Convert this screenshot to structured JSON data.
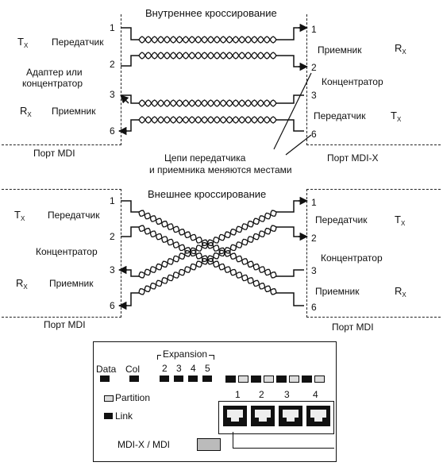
{
  "top": {
    "title": "Внутреннее кроссирование",
    "left": {
      "tx_main": "T",
      "tx_sub": "X",
      "tx_label": "Передатчик",
      "device": "Адаптер или концентратор",
      "device_line1": "Адаптер или",
      "device_line2": "концентратор",
      "rx_main": "R",
      "rx_sub": "X",
      "rx_label": "Приемник",
      "port": "Порт MDI",
      "pins": [
        "1",
        "2",
        "3",
        "6"
      ]
    },
    "right": {
      "rx_label": "Приемник",
      "rx_main": "R",
      "rx_sub": "X",
      "device": "Концентратор",
      "tx_label": "Передатчик",
      "tx_main": "T",
      "tx_sub": "X",
      "port": "Порт MDI-X",
      "pins": [
        "1",
        "2",
        "3",
        "6"
      ]
    },
    "note_line1": "Цепи передатчика",
    "note_line2": "и приемника меняются местами"
  },
  "bottom": {
    "title": "Внешнее кроссирование",
    "left": {
      "tx_main": "T",
      "tx_sub": "X",
      "tx_label": "Передатчик",
      "device": "Концентратор",
      "rx_main": "R",
      "rx_sub": "X",
      "rx_label": "Приемник",
      "port": "Порт MDI",
      "pins": [
        "1",
        "2",
        "3",
        "6"
      ]
    },
    "right": {
      "tx_label": "Передатчик",
      "tx_main": "T",
      "tx_sub": "X",
      "device": "Концентратор",
      "rx_label": "Приемник",
      "rx_main": "R",
      "rx_sub": "X",
      "port": "Порт MDI",
      "pins": [
        "1",
        "2",
        "3",
        "6"
      ]
    }
  },
  "panel": {
    "data_label": "Data",
    "col_label": "Col",
    "expansion_label": "Expansion",
    "expansion_numbers": [
      "2",
      "3",
      "4",
      "5"
    ],
    "partition_label": "Partition",
    "link_label": "Link",
    "port_numbers": [
      "1",
      "2",
      "3",
      "4"
    ],
    "mdi_switch_label": "MDI-X / MDI"
  }
}
